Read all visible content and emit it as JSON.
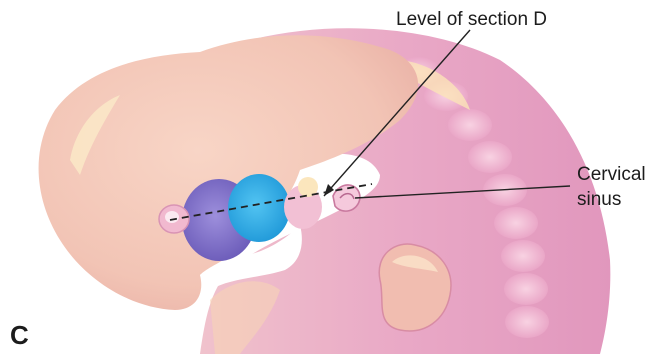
{
  "panel_letter": "C",
  "labels": {
    "level_of_section": "Level of section D",
    "cervical_line1": "Cervical",
    "cervical_line2": "sinus"
  },
  "colors": {
    "head_skin": "#f4cbbe",
    "body_skin": "#e8a8c8",
    "somite": "#f0b8d2",
    "arch_1": "#7e6fc8",
    "arch_2": "#2eaee8",
    "arch_3": "#f1bfd6",
    "highlight": "#fce7b0",
    "line": "#222222"
  }
}
